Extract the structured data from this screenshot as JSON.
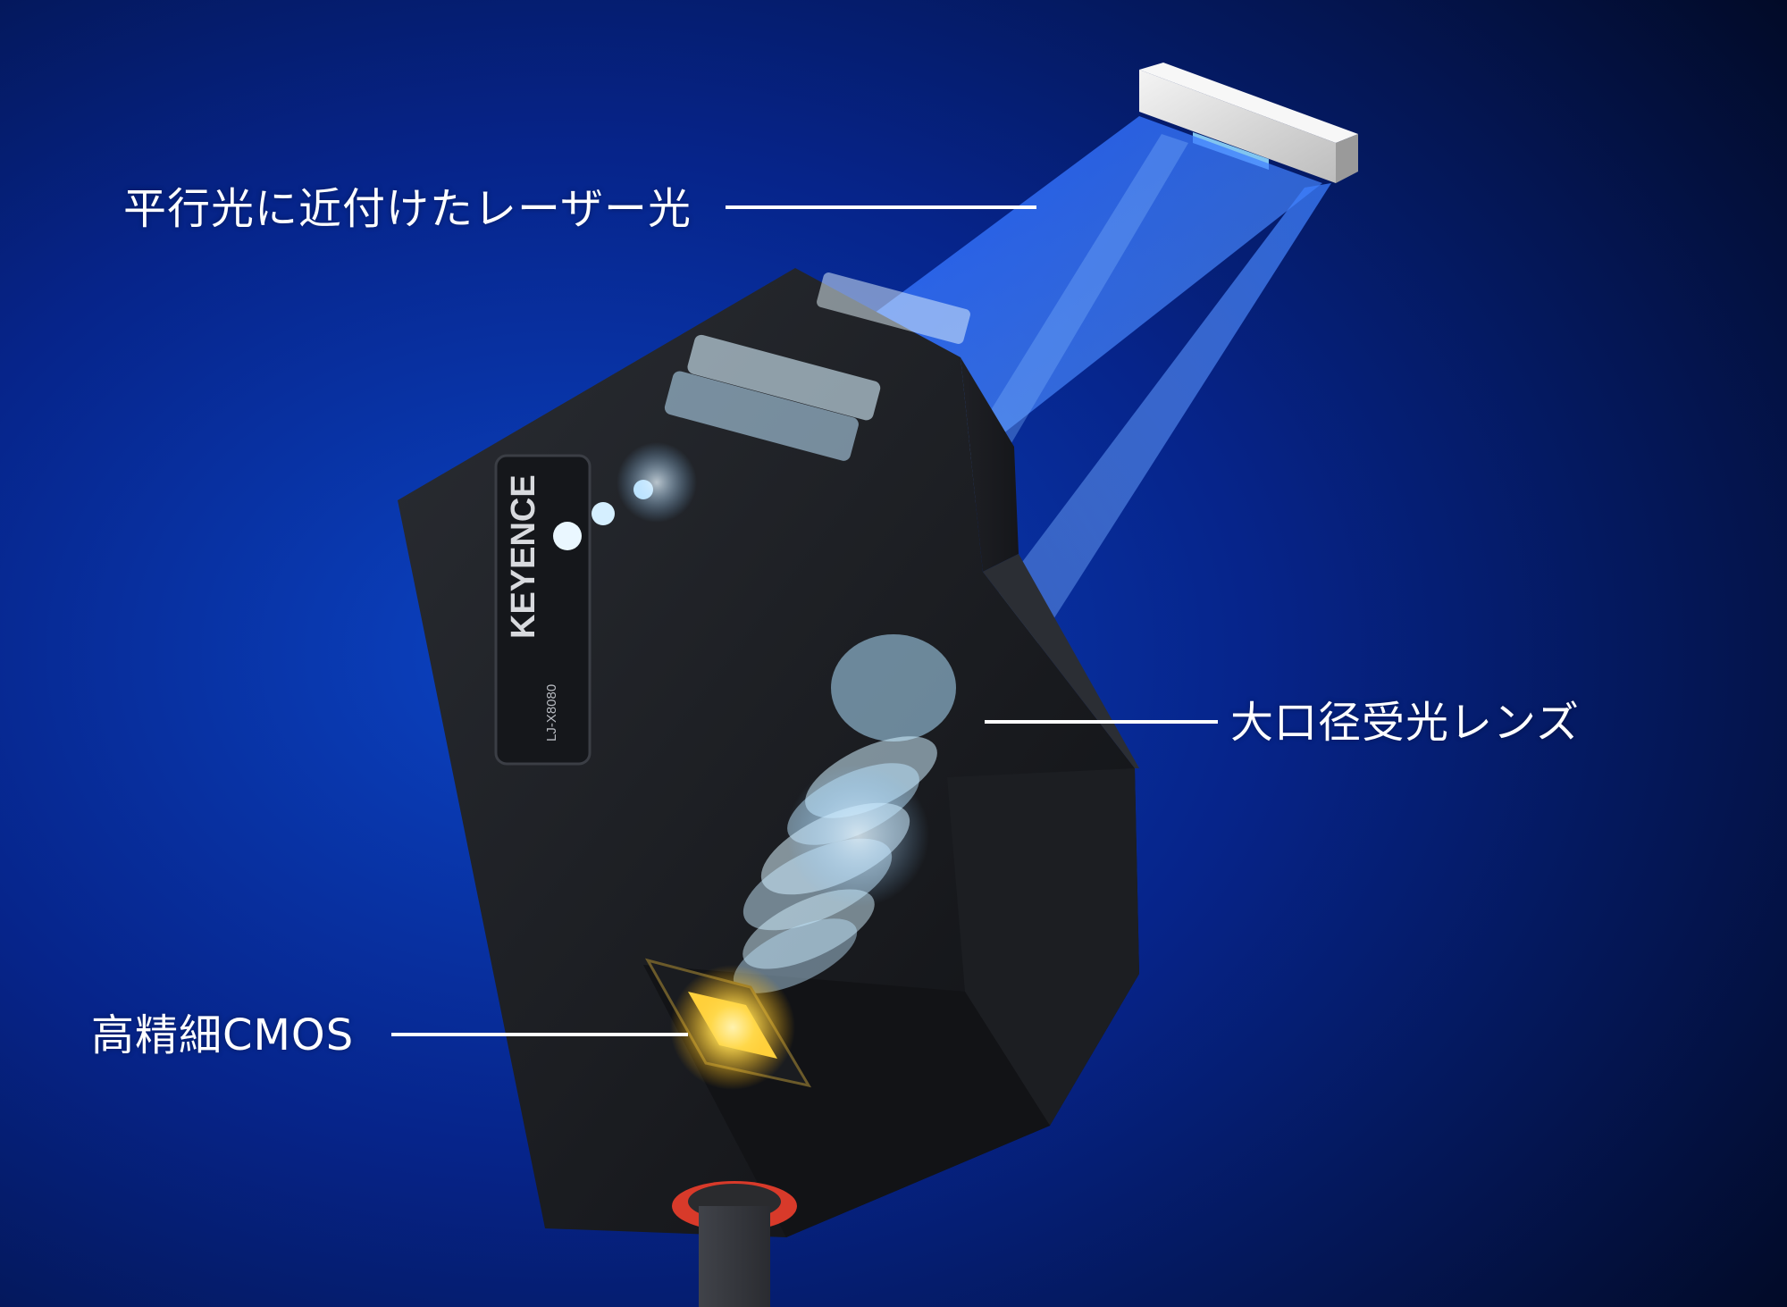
{
  "callouts": {
    "laser": "平行光に近付けたレーザー光",
    "lens": "大口径受光レンズ",
    "cmos": "高精細CMOS"
  },
  "device": {
    "brand": "KEYENCE",
    "model": "LJ-X8080"
  },
  "colors": {
    "background_center": "#0a3fb8",
    "background_edge": "#020a24",
    "laser_beam": "#2a6bff",
    "sensor_body": "#1a1c20",
    "cmos_glow": "#ffd84a",
    "connector_ring": "#d83a2a",
    "leader_line": "#ffffff"
  }
}
